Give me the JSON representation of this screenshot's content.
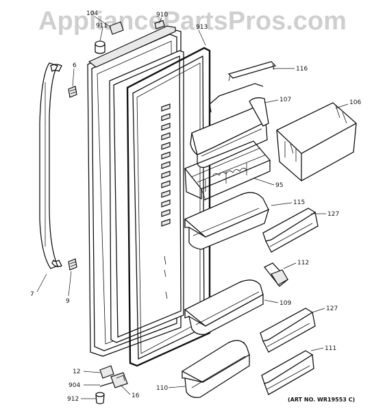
{
  "watermark": "AppliancePartsPros.com",
  "art_number": "(ART NO. WR19553 C)",
  "callouts": {
    "c104": "104",
    "c910": "910",
    "c911": "911",
    "c913": "913",
    "c6": "6",
    "c116": "116",
    "c107": "107",
    "c106": "106",
    "c95": "95",
    "c115": "115",
    "c127a": "127",
    "c112": "112",
    "c7": "7",
    "c9": "9",
    "c109": "109",
    "c127b": "127",
    "c111": "111",
    "c12": "12",
    "c904": "904",
    "c110": "110",
    "c16": "16",
    "c912": "912"
  }
}
